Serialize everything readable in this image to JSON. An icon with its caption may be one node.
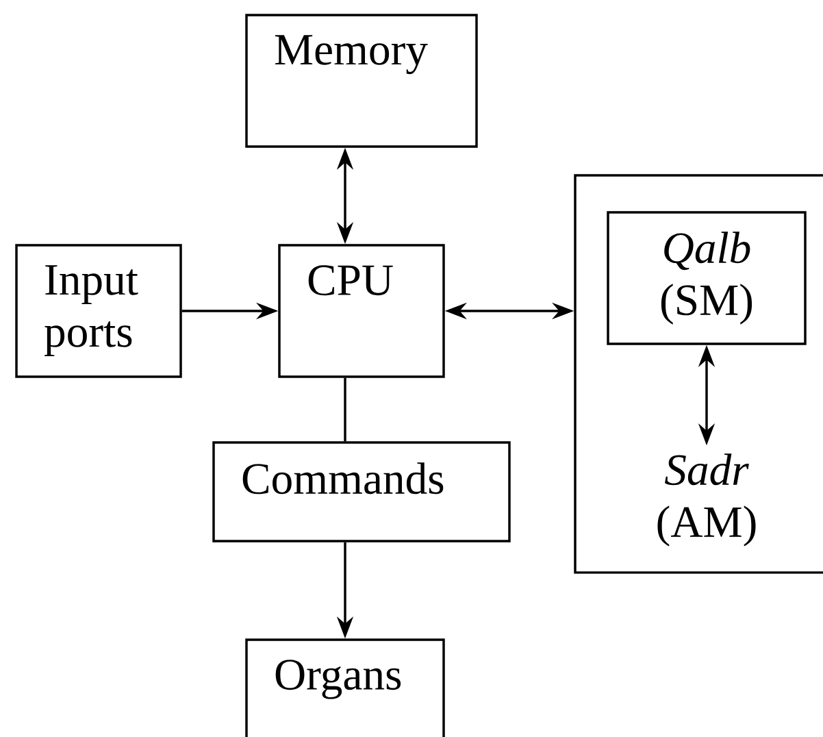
{
  "diagram": {
    "nodes": [
      {
        "text": [
          "Memory"
        ]
      },
      {
        "text": [
          "CPU"
        ]
      },
      {
        "text": [
          "Input ports"
        ]
      },
      {
        "text": [
          "Commands"
        ]
      },
      {
        "text": [
          "Organs"
        ]
      },
      {
        "text": [],
        "shape": "box"
      },
      {
        "text": [
          "*Qalb* (SM)"
        ],
        "in": 5
      },
      {
        "text": [
          "*Sadr* (AM)"
        ],
        "in": 5
      }
    ],
    "edges": [
      {
        "from": 0,
        "to": 1,
        "arrow": "both"
      },
      {
        "from": 2,
        "to": 1,
        "arrow": "to"
      },
      {
        "from": 1,
        "to": 5,
        "arrow": "both"
      },
      {
        "from": 1,
        "to": 3,
        "arrow": "none"
      },
      {
        "from": 3,
        "to": 4,
        "arrow": "to"
      },
      {
        "from": 6,
        "to": 7,
        "arrow": "both"
      }
    ]
  }
}
